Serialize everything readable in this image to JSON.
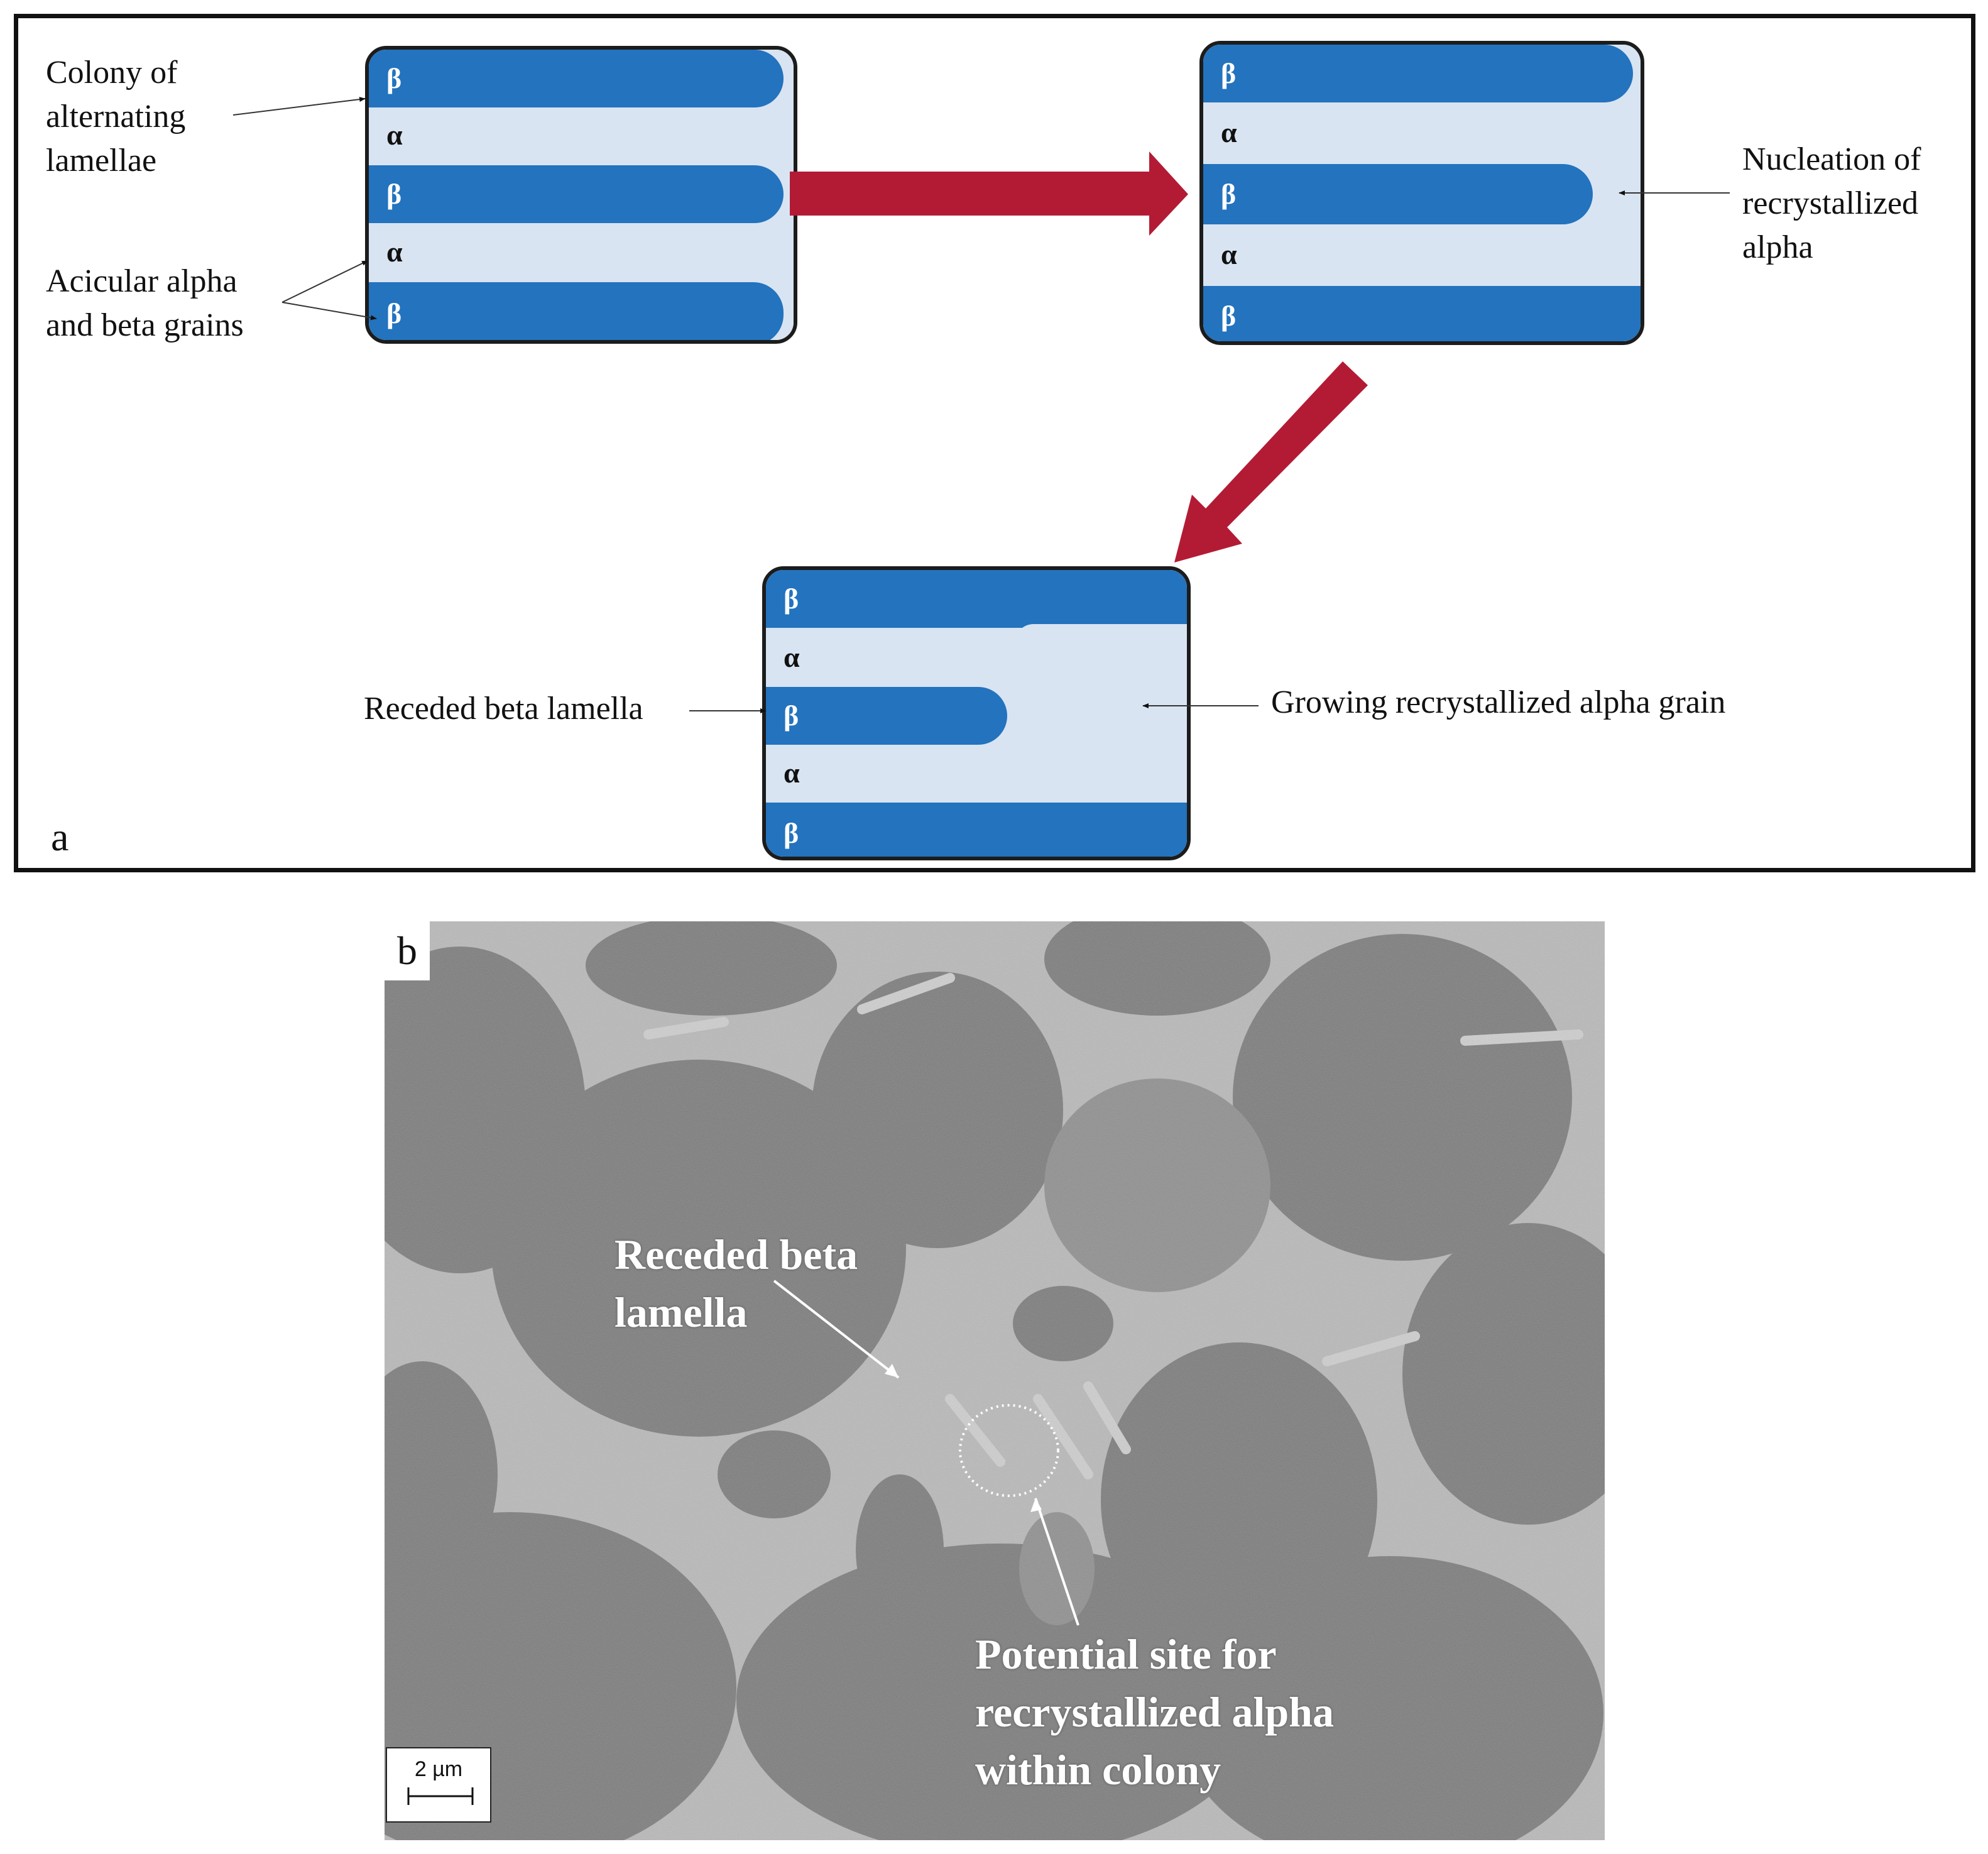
{
  "colors": {
    "beta": "#2373be",
    "alpha": "#d9e4f2",
    "arrow": "#b31b35",
    "frame": "#111111",
    "sem_background": "#7a7a7a",
    "sem_bright_phase": "#c9c9c9"
  },
  "symbols": {
    "beta": "β",
    "alpha": "α"
  },
  "panel_a": {
    "letter": "a",
    "box1_layers": [
      "β",
      "α",
      "β",
      "α",
      "β"
    ],
    "box2_layers": [
      "β",
      "α",
      "β",
      "α",
      "β"
    ],
    "box3_layers": [
      "β",
      "α",
      "β",
      "α",
      "β"
    ],
    "labels": {
      "colony": [
        "Colony of",
        "alternating",
        "lamellae"
      ],
      "acicular": [
        "Acicular alpha",
        "and beta grains"
      ],
      "nucleation": [
        "Nucleation of",
        "recrystallized",
        "alpha"
      ],
      "receded": "Receded beta lamella",
      "growing": "Growing recrystallized alpha grain"
    },
    "arrow_icons": [
      "right-arrow-icon",
      "down-left-arrow-icon"
    ]
  },
  "panel_b": {
    "letter": "b",
    "receded_label": [
      "Receded beta",
      "lamella"
    ],
    "potential_label": [
      "Potential site for",
      "recrystallized alpha",
      "within colony"
    ],
    "scale_bar": "2 µm",
    "image": "sem-micrograph"
  }
}
